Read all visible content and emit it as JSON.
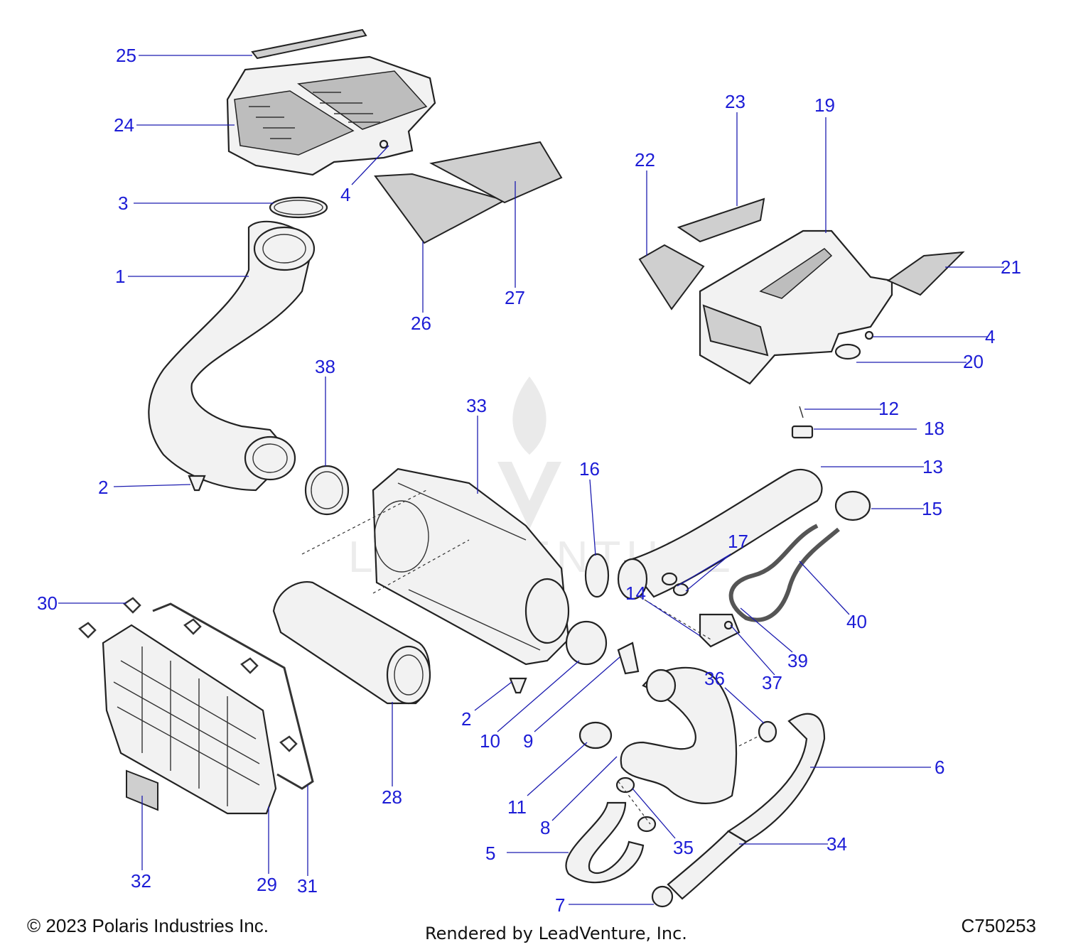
{
  "diagram": {
    "callouts": [
      "1",
      "2",
      "2",
      "3",
      "4",
      "4",
      "5",
      "6",
      "7",
      "8",
      "9",
      "10",
      "11",
      "12",
      "13",
      "14",
      "15",
      "16",
      "17",
      "18",
      "19",
      "20",
      "21",
      "22",
      "23",
      "24",
      "25",
      "26",
      "27",
      "28",
      "29",
      "30",
      "31",
      "32",
      "33",
      "34",
      "35",
      "36",
      "37",
      "38",
      "39",
      "40"
    ]
  },
  "footer": {
    "copyright": "© 2023 Polaris Industries Inc.",
    "rendered_by": "Rendered by LeadVenture, Inc.",
    "code": "C750253"
  }
}
